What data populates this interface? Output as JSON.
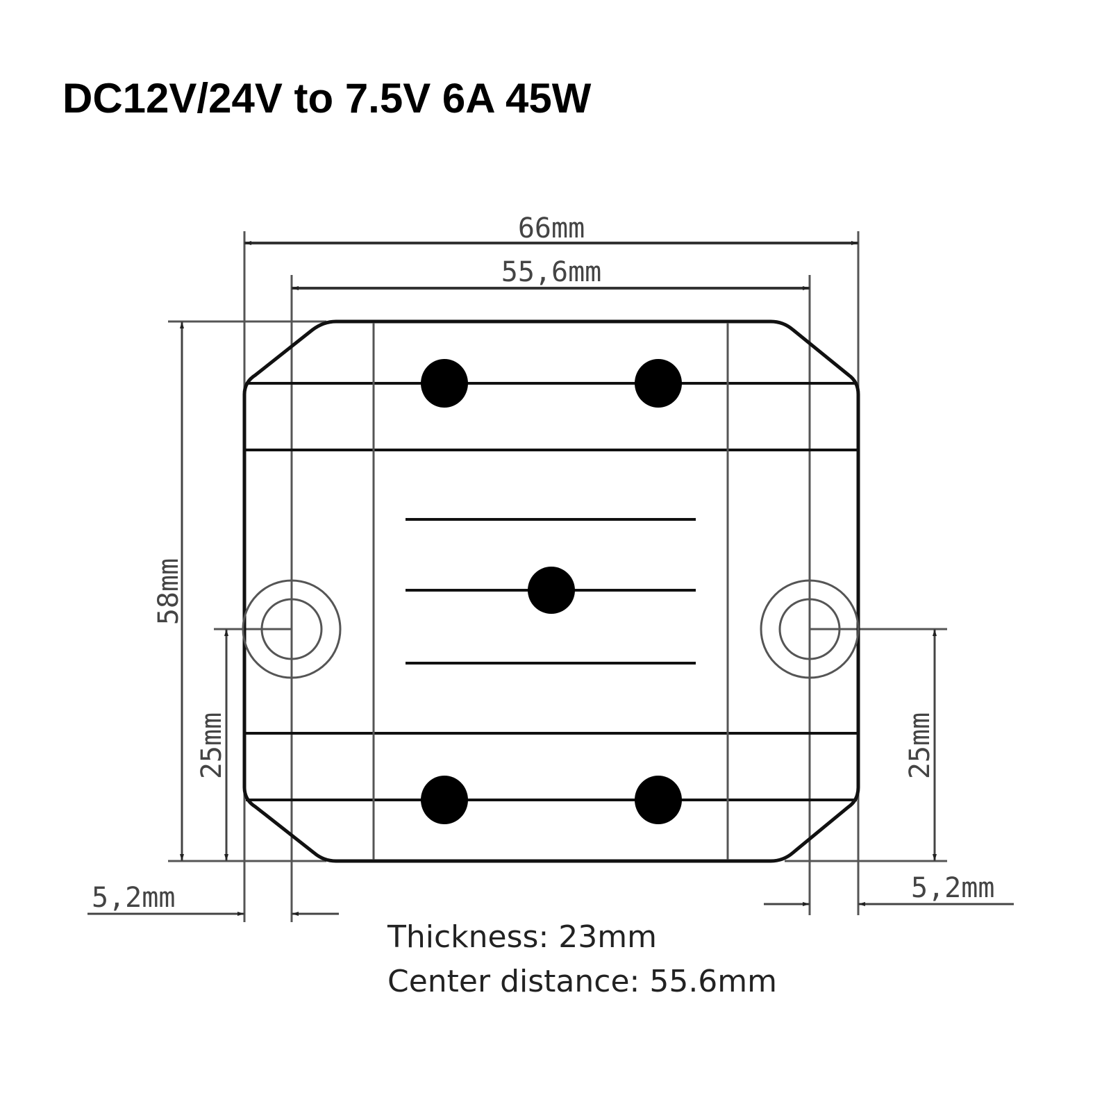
{
  "title": "DC12V/24V to 7.5V 6A 45W",
  "dimensions": {
    "overall_width": "66mm",
    "hole_center_width": "55,6mm",
    "height": "58mm",
    "left_hole_height": "25mm",
    "right_hole_height": "25mm",
    "left_edge_offset": "5,2mm",
    "right_edge_offset": "5,2mm"
  },
  "notes": {
    "thickness": "Thickness: 23mm",
    "center_distance": "Center distance: 55.6mm"
  },
  "colors": {
    "outline": "#111111",
    "dimension_line": "#555555",
    "text": "#222222"
  }
}
